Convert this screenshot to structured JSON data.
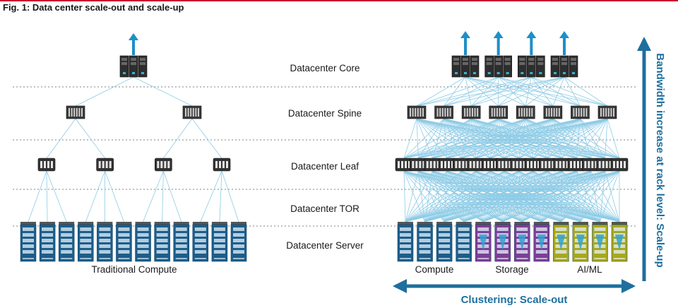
{
  "figure": {
    "title": "Fig. 1: Data center scale-out and scale-up"
  },
  "tiers": [
    {
      "label": "Datacenter Core"
    },
    {
      "label": "Datacenter Spine"
    },
    {
      "label": "Datacenter Leaf"
    },
    {
      "label": "Datacenter TOR"
    },
    {
      "label": "Datacenter Server"
    }
  ],
  "left_network": {
    "label": "Traditional Compute",
    "core_count": 1,
    "spine_count": 2,
    "leaf_count": 4,
    "server_count": 12
  },
  "right_network": {
    "core_count": 4,
    "spine_count": 8,
    "leaf_count": 16,
    "server_groups": [
      {
        "label": "Compute",
        "count": 4,
        "color": "#1b5e8c"
      },
      {
        "label": "Storage",
        "count": 4,
        "color": "#7b3f97"
      },
      {
        "label": "AI/ML",
        "count": 4,
        "color": "#a6a81e"
      }
    ]
  },
  "axes": {
    "horizontal_label": "Clustering: Scale-out",
    "vertical_label": "Bandwidth increase at rack level: Scale-up"
  },
  "colors": {
    "arrow": "#1e8fc8",
    "line": "#8ccbe6",
    "device": "#3a3a3a",
    "axis": "#1d6f9e",
    "divider": "#9a9a9a"
  }
}
